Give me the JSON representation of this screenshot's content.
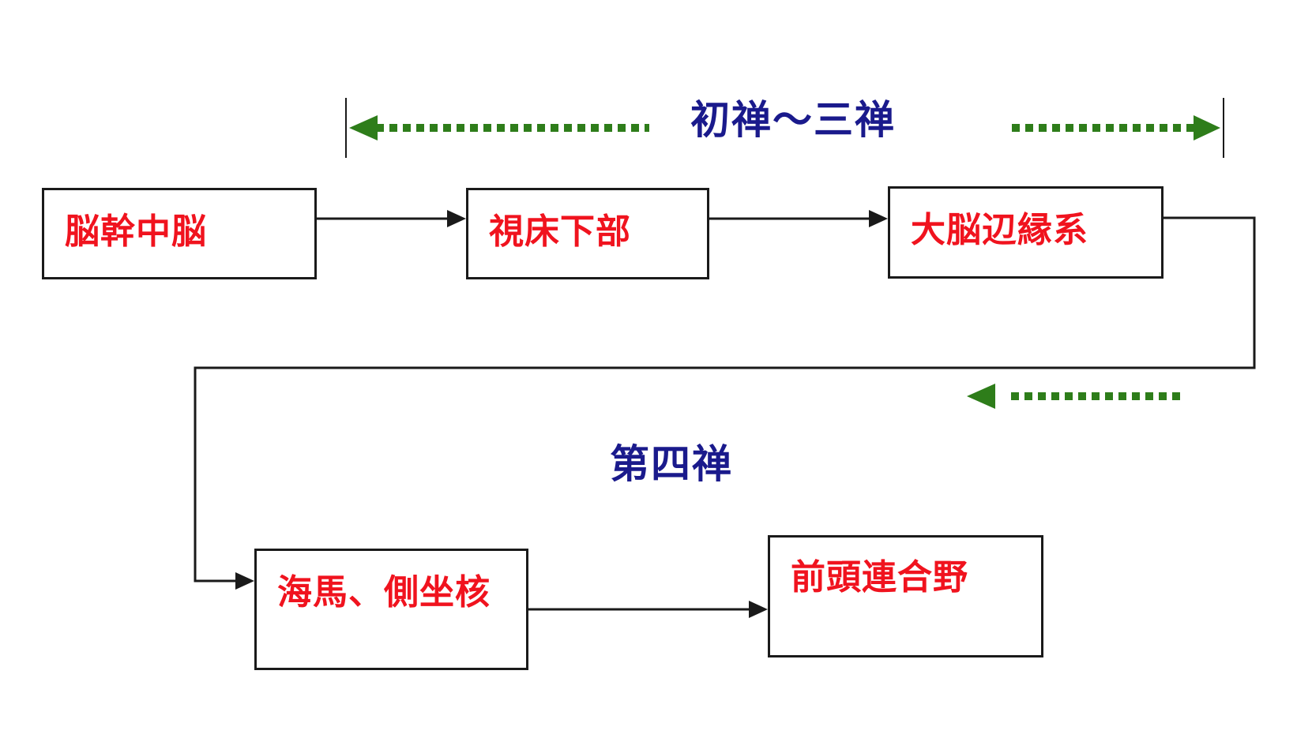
{
  "nodes": {
    "brainstem": "脳幹中脳",
    "hypothalamus": "視床下部",
    "limbic": "大脳辺縁系",
    "hippocampus": "海馬、側坐核",
    "prefrontal": "前頭連合野"
  },
  "ranges": {
    "first_to_third": "初禅～三禅",
    "fourth": "第四禅"
  },
  "colors": {
    "node_text": "#f0131e",
    "range_text": "#1a1a8c",
    "dotted_arrow": "#2e7d1a",
    "line": "#1a1a1a"
  }
}
